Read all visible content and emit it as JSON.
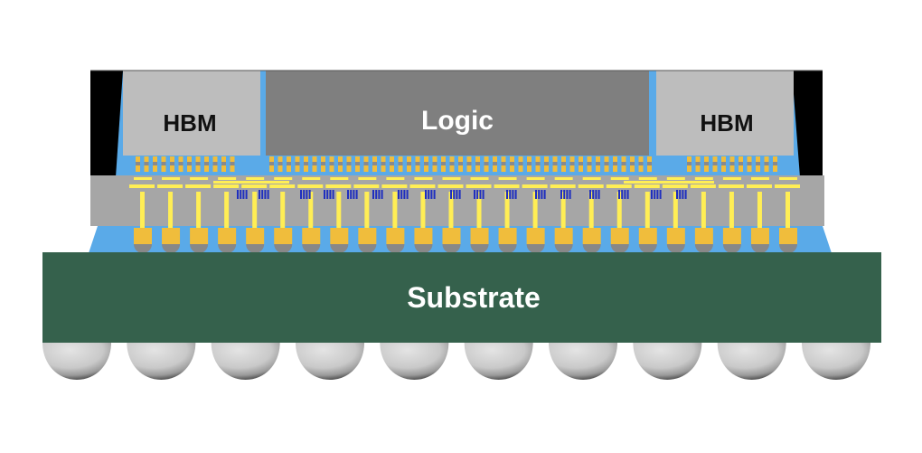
{
  "diagram": {
    "title": "2.5D package cross-section",
    "labels": {
      "hbm_left": "HBM",
      "logic": "Logic",
      "hbm_right": "HBM",
      "substrate": "Substrate"
    },
    "colors": {
      "hbm": "#bdbdbd",
      "logic": "#7f7f7f",
      "interposer": "#a6a6a6",
      "underfill": "#5aaae8",
      "mold": "#000000",
      "substrate": "#35614c",
      "bump": "#f0bd3c",
      "trace": "#ffee55",
      "via": "#1f2fbf",
      "ball": "#cfcfcf"
    },
    "components": [
      {
        "name": "HBM stack (left)"
      },
      {
        "name": "Logic die"
      },
      {
        "name": "HBM stack (right)"
      },
      {
        "name": "Silicon interposer"
      },
      {
        "name": "Microbumps"
      },
      {
        "name": "C4 bumps"
      },
      {
        "name": "Package substrate"
      },
      {
        "name": "BGA solder balls"
      }
    ],
    "counts": {
      "c4_bumps": 24,
      "bga_balls": 10
    }
  }
}
